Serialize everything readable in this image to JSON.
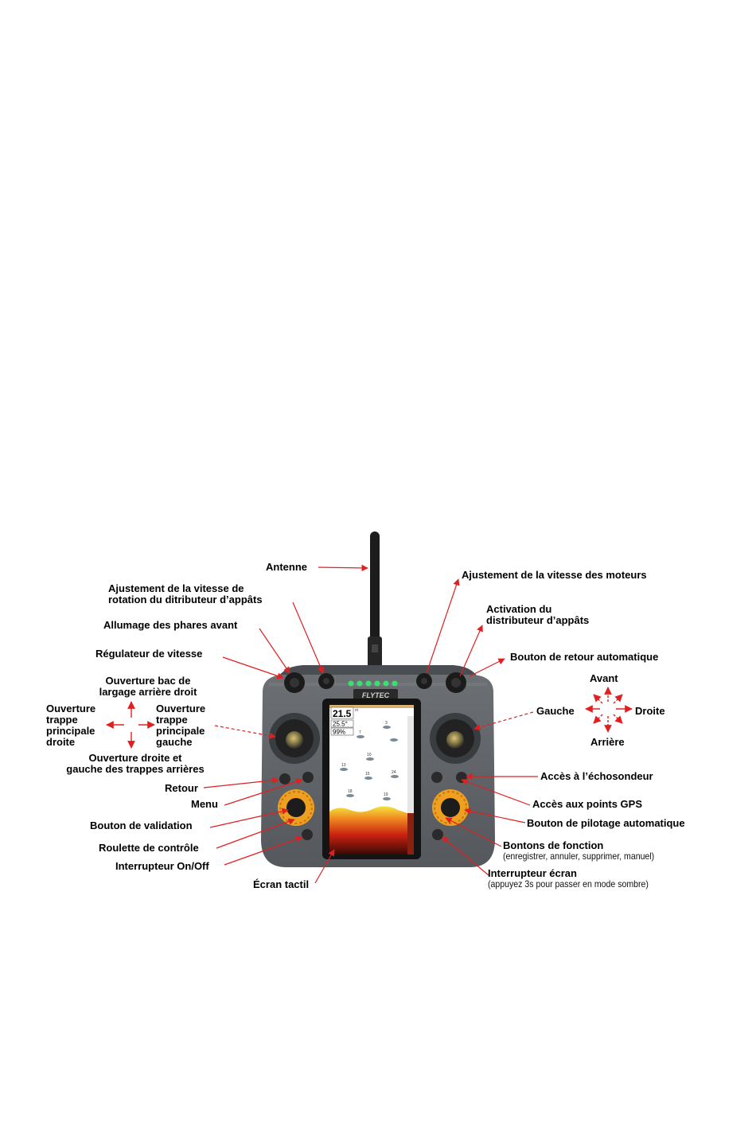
{
  "labels": {
    "antenne": "Antenne",
    "ajust_rotation": "Ajustement de la vitesse de\nrotation du ditributeur d’appâts",
    "allumage_phares": "Allumage des phares avant",
    "regulateur": "Régulateur de vitesse",
    "ouverture_bac": "Ouverture bac de\nlargage arrière droit",
    "ouverture_trappe_droite": "Ouverture\ntrappe\nprincipale\ndroite",
    "ouverture_trappe_gauche": "Ouverture\ntrappe\nprincipale\ngauche",
    "ouverture_arrieres": "Ouverture droite et\ngauche des trappes arrières",
    "retour": "Retour",
    "menu": "Menu",
    "bouton_validation": "Bouton de validation",
    "roulette": "Roulette de contrôle",
    "interrupteur_onoff": "Interrupteur On/Off",
    "ecran_tactil": "Écran tactil",
    "ajust_moteurs": "Ajustement de la vitesse des moteurs",
    "activation_distributeur": "Activation du\ndistributeur d’appâts",
    "retour_auto": "Bouton de retour automatique",
    "avant": "Avant",
    "gauche": "Gauche",
    "droite": "Droite",
    "arriere": "Arrière",
    "acces_echosondeur": "Accès à l’échosondeur",
    "acces_gps": "Accès aux points GPS",
    "pilotage_auto": "Bouton de pilotage automatique",
    "boutons_fonction": "Bontons de fonction",
    "boutons_fonction_sub": "(enregistrer, annuler, supprimer, manuel)",
    "interrupteur_ecran": "Interrupteur écran",
    "interrupteur_ecran_sub": "(appuyez 3s pour passer en mode sombre)"
  },
  "device": {
    "brand_logo": "FLYTEC",
    "screen": {
      "depth": "21.5",
      "depth_unit": "m",
      "temperature": "25.5°",
      "battery": "99%",
      "fish_depths": [
        "3",
        "7",
        "10",
        "13",
        "15",
        "24",
        "18",
        "19"
      ]
    }
  },
  "colors": {
    "arrow": "#e02020",
    "body": "#5f6266",
    "wheel": "#f0a020"
  }
}
